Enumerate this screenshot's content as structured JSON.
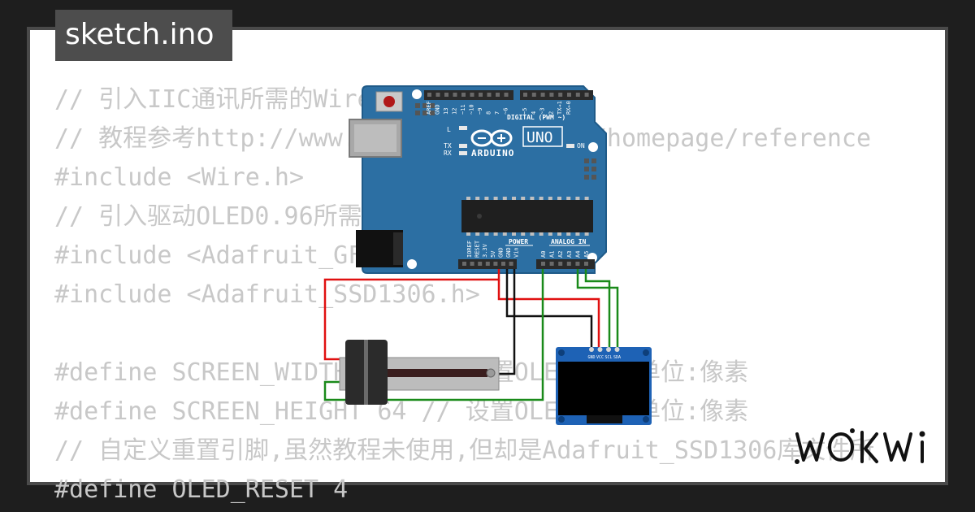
{
  "title": "sketch.ino",
  "code_lines": [
    "// 引入IIC通讯所需的Wire库文件",
    "// 教程参考http://www.taichi-maker.com/homepage/reference",
    "#include <Wire.h>",
    "// 引入驱动OLED0.96所需的库",
    "#include <Adafruit_GFX.h>",
    "#include <Adafruit_SSD1306.h>",
    "",
    "#define SCREEN_WIDTH 128 // 设置OLED宽度,单位:像素",
    "#define SCREEN_HEIGHT 64 // 设置OLED高度,单位:像素",
    "// 自定义重置引脚,虽然教程未使用,但却是Adafruit_SSD1306库文件所",
    "#define OLED_RESET 4"
  ],
  "board": {
    "logo_text": "ARDUINO",
    "model": "UNO",
    "on_label": "ON",
    "led_labels": [
      "L",
      "TX",
      "RX"
    ],
    "digital_header_label": "DIGITAL (PWM ~)",
    "digital_pins": [
      "AREF",
      "GND",
      "13",
      "12",
      "~11",
      "~10",
      "~9",
      "8",
      "7",
      "~6",
      "~5",
      "4",
      "~3",
      "2",
      "TX→1",
      "RX←0"
    ],
    "power_label": "POWER",
    "power_pins": [
      "IOREF",
      "RESET",
      "3.3V",
      "5V",
      "GND",
      "GND",
      "Vin"
    ],
    "analog_label": "ANALOG IN",
    "analog_pins": [
      "A0",
      "A1",
      "A2",
      "A3",
      "A4",
      "A5"
    ],
    "colors": {
      "pcb": "#2c6fa3",
      "pcb_edge": "#1f5a88",
      "silk": "#ffffff"
    }
  },
  "oled": {
    "pins": [
      "GND",
      "VCC",
      "SCL",
      "SDA"
    ],
    "colors": {
      "pcb": "#1e62b5",
      "screen": "#000000"
    }
  },
  "wires": {
    "colors": {
      "power": "#e01010",
      "ground": "#111111",
      "signal": "#1a8a1a"
    }
  },
  "logo": {
    "text": "WOKWi"
  }
}
